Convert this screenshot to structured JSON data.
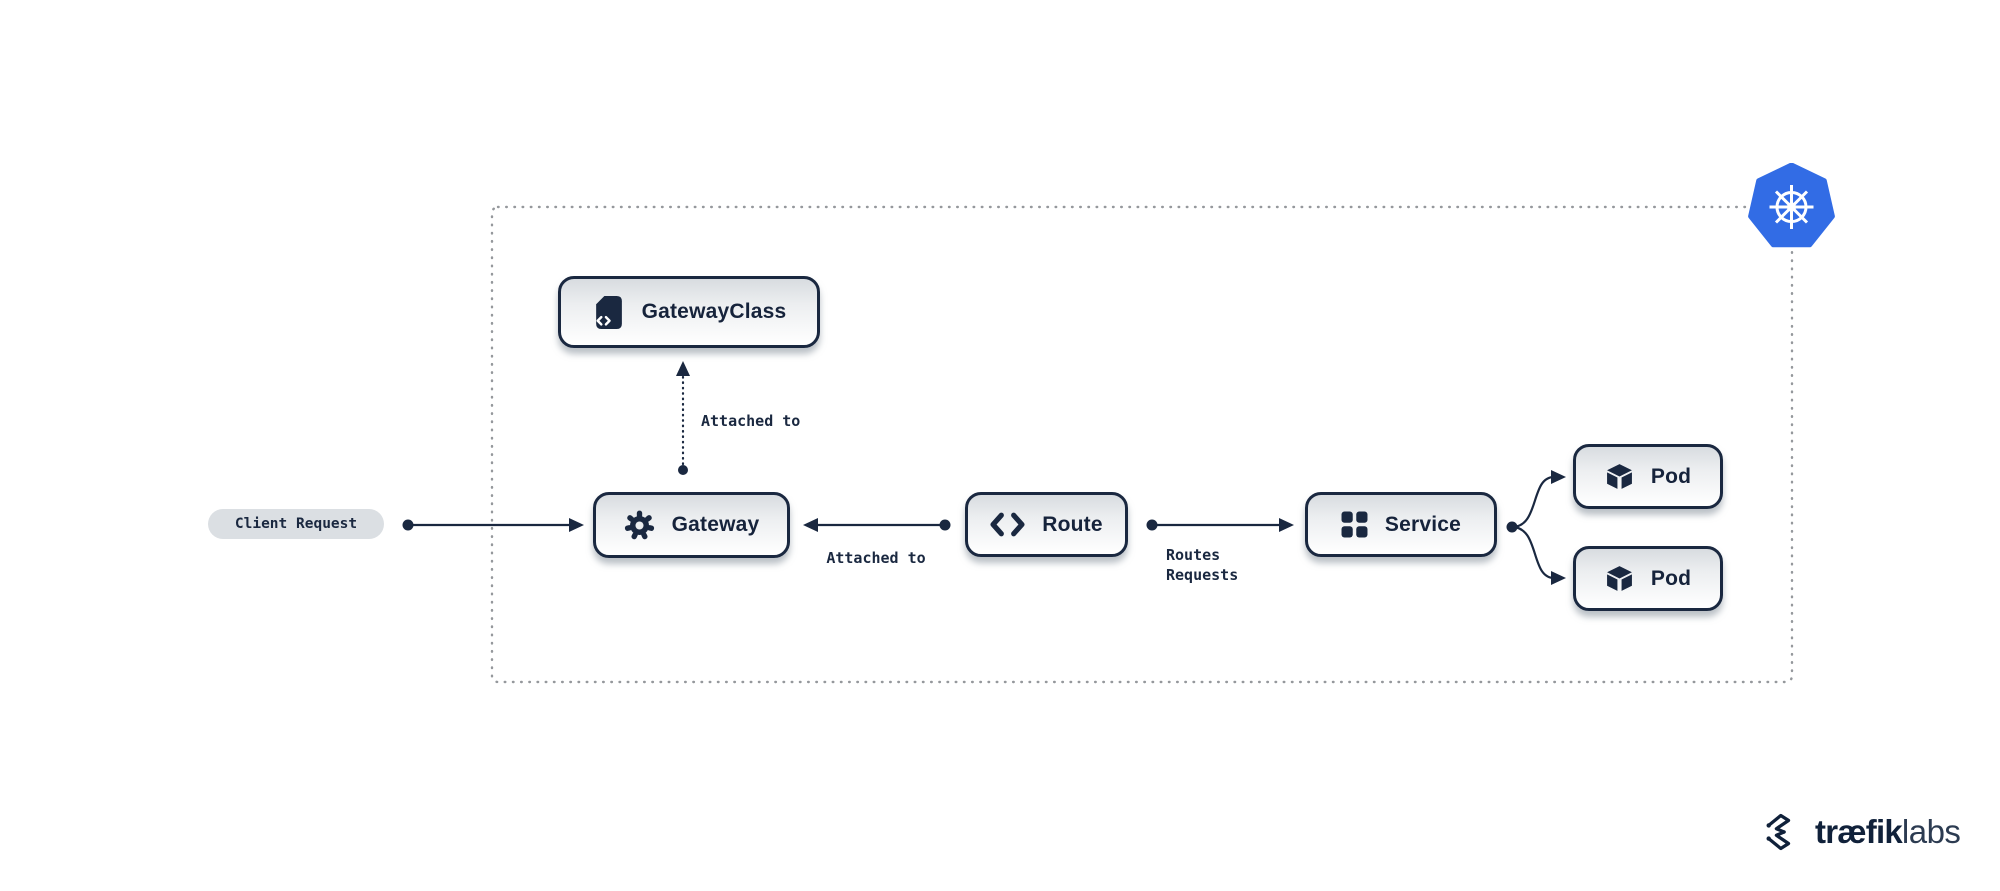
{
  "nodes": {
    "gatewayclass": {
      "label": "GatewayClass",
      "icon": "crd-file-icon"
    },
    "gateway": {
      "label": "Gateway",
      "icon": "gear-icon"
    },
    "route": {
      "label": "Route",
      "icon": "code-brackets-icon"
    },
    "service": {
      "label": "Service",
      "icon": "grid-icon"
    },
    "pod_top": {
      "label": "Pod",
      "icon": "cube-icon"
    },
    "pod_bottom": {
      "label": "Pod",
      "icon": "cube-icon"
    }
  },
  "labels": {
    "client_request": "Client Request",
    "gatewayclass_attachment": "Attached to",
    "route_attachment": "Attached to",
    "route_to_service": "Routes\nRequests"
  },
  "branding": {
    "kubernetes_logo": "kubernetes-logo",
    "traefik_wordmark_bold": "træfik",
    "traefik_wordmark_light": "labs"
  },
  "colors": {
    "navy": "#1a2840",
    "kubernetes_blue": "#326CE5",
    "pill_background": "#dbdfe3",
    "boundary_gray": "#95989c",
    "background": "#ffffff"
  }
}
